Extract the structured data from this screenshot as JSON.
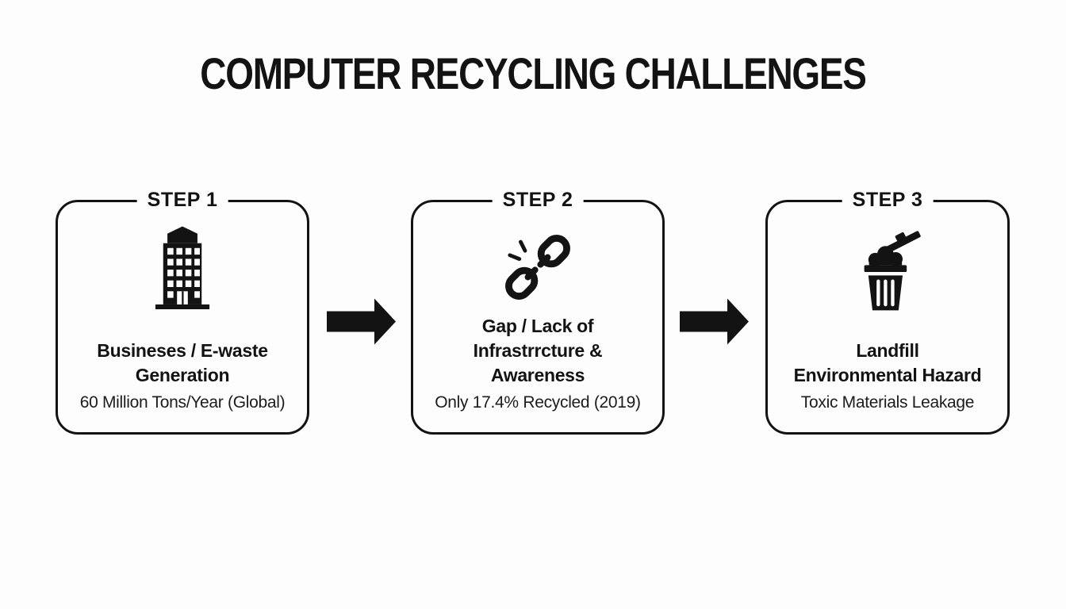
{
  "page": {
    "title": "COMPUTER RECYCLING CHALLENGES",
    "background_color": "#fdfdfd",
    "ink_color": "#131313"
  },
  "steps": [
    {
      "label": "STEP 1",
      "icon": "building-icon",
      "heading": "Busineses / E-waste\nGeneration",
      "detail": "60 Million Tons/Year (Global)"
    },
    {
      "label": "STEP 2",
      "icon": "broken-chain-icon",
      "heading": "Gap / Lack of\nInfrastrrcture &\nAwareness",
      "detail": "Only 17.4% Recycled (2019)"
    },
    {
      "label": "STEP 3",
      "icon": "trash-can-icon",
      "heading": "Landfill\nEnvironmental Hazard",
      "detail": "Toxic Materials Leakage"
    }
  ],
  "connectors": [
    {
      "icon": "arrow-right-icon"
    },
    {
      "icon": "arrow-right-icon"
    }
  ]
}
